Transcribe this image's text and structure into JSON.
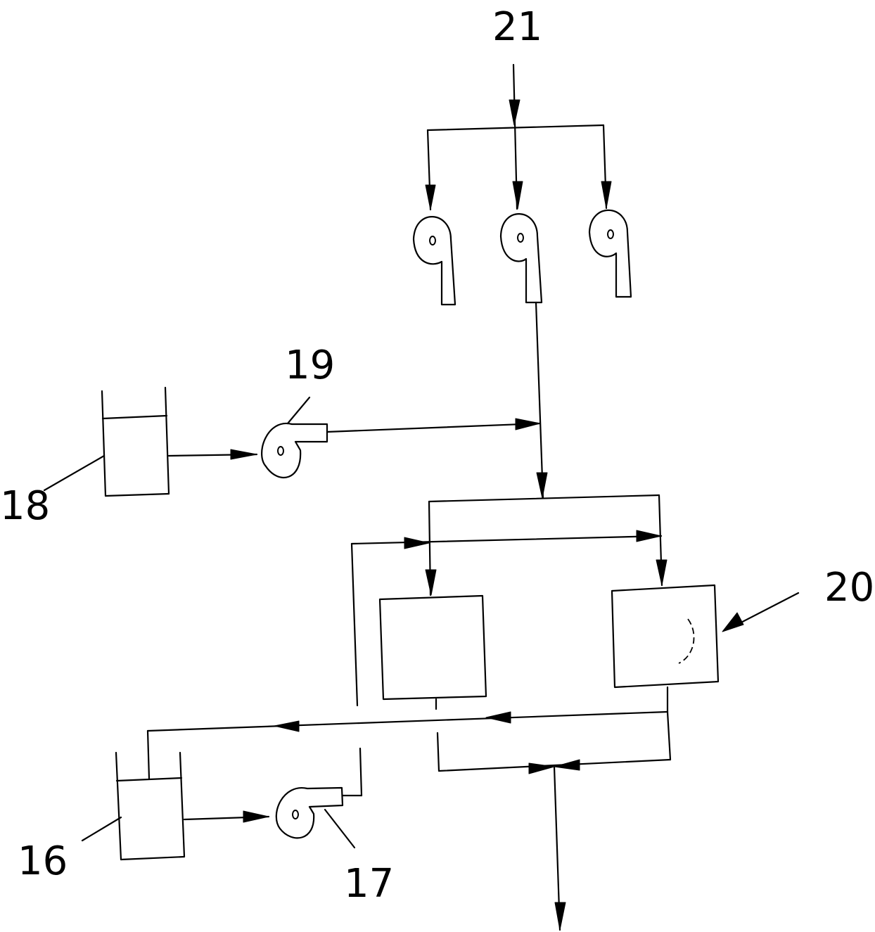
{
  "labels": {
    "n21": "21",
    "n19": "19",
    "n18": "18",
    "n20": "20",
    "n16": "16",
    "n17": "17"
  }
}
